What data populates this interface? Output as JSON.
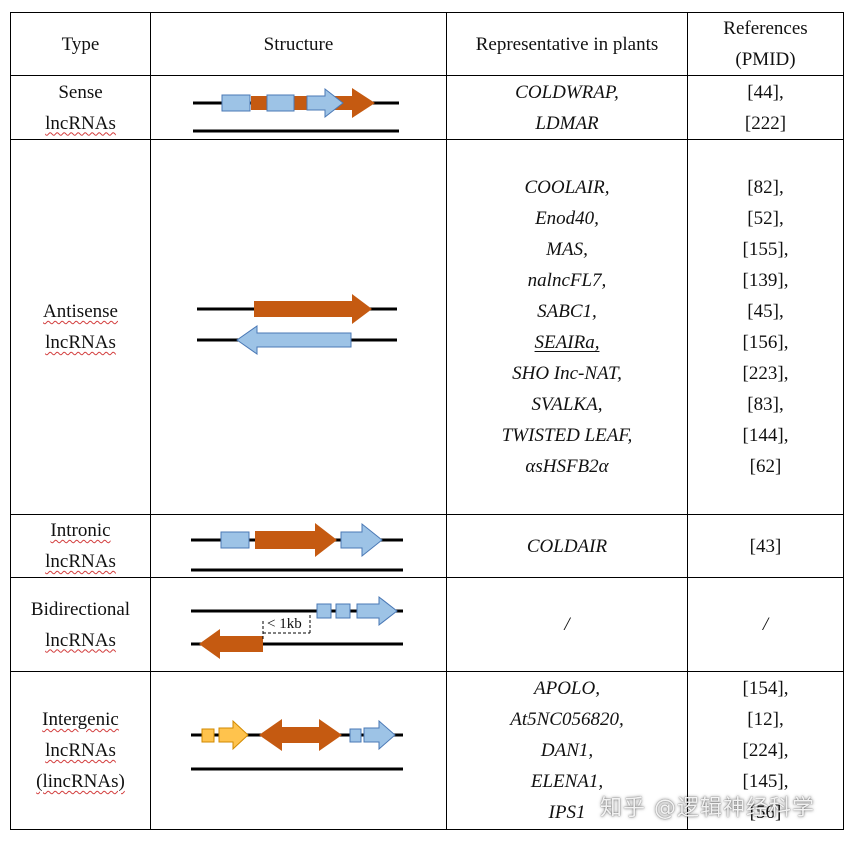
{
  "headers": {
    "type": "Type",
    "structure": "Structure",
    "representative": "Representative in plants",
    "references_line1": "References",
    "references_line2": "(PMID)"
  },
  "rows": [
    {
      "type": [
        "Sense",
        "lncRNAs"
      ],
      "reps": [
        "COLDWRAP,",
        "LDMAR"
      ],
      "refs": [
        "[44],",
        "[222]"
      ]
    },
    {
      "type": [
        "Antisense",
        "lncRNAs"
      ],
      "reps": [
        "COOLAIR,",
        "Enod40,",
        "MAS,",
        "nalncFL7,",
        "SABC1,",
        "SEAIRa,",
        "SHO Inc-NAT,",
        "SVALKA,",
        "TWISTED LEAF,",
        "αsHSFB2α"
      ],
      "refs": [
        "[82],",
        "[52],",
        "[155],",
        "[139],",
        "[45],",
        "[156],",
        "[223],",
        "[83],",
        "[144],",
        "[62]"
      ]
    },
    {
      "type": [
        "Intronic",
        "lncRNAs"
      ],
      "reps": [
        "COLDAIR"
      ],
      "refs": [
        "[43]"
      ]
    },
    {
      "type": [
        "Bidirectional",
        "lncRNAs"
      ],
      "reps": [
        "/"
      ],
      "refs": [
        "/"
      ],
      "diagram_label": "< 1kb"
    },
    {
      "type": [
        "Intergenic",
        "lncRNAs",
        "(lincRNAs)"
      ],
      "reps": [
        "APOLO,",
        "At5NC056820,",
        "DAN1,",
        "ELENA1,",
        "IPS1"
      ],
      "refs": [
        "[154],",
        "[12],",
        "[224],",
        "[145],",
        "[56]"
      ]
    }
  ],
  "colors": {
    "orange": "#c55a11",
    "blue": "#9dc3e6",
    "yellow": "#ffc34d",
    "outline": "#4a78b5"
  },
  "watermark": "知乎 @逻辑神经科学"
}
